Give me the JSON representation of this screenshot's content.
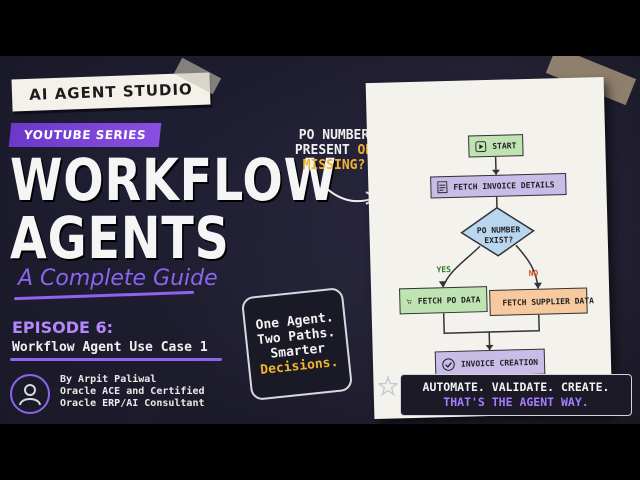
{
  "studio_label": "AI AGENT STUDIO",
  "series_label": "YOUTUBE SERIES",
  "title_line1": "WORKFLOW",
  "title_line2": "AGENTS",
  "subtitle": "A Complete Guide",
  "episode_label": "EPISODE 6:",
  "episode_title": "Workflow Agent Use Case 1",
  "author": {
    "line1": "By Arpit Paliwal",
    "line2": "Oracle ACE and Certified",
    "line3": "Oracle ERP/AI Consultant"
  },
  "question": {
    "line1": "PO NUMBER",
    "line2_a": "PRESENT ",
    "line2_b": "OR",
    "line3": "MISSING?"
  },
  "sticky": {
    "line1": "One Agent.",
    "line2": "Two Paths.",
    "line3": "Smarter",
    "line4": "Decisions."
  },
  "flowchart": {
    "start": "START",
    "fetch_invoice": "FETCH INVOICE DETAILS",
    "decision_line1": "PO NUMBER",
    "decision_line2": "EXIST?",
    "yes": "YES",
    "no": "NO",
    "fetch_po": "FETCH PO DATA",
    "fetch_supplier": "FETCH SUPPLIER DATA",
    "invoice_creation": "INVOICE CREATION"
  },
  "tagline": {
    "line1": "AUTOMATE. VALIDATE. CREATE.",
    "line2": "THAT'S THE AGENT WAY."
  },
  "colors": {
    "accent_purple": "#8d63f0",
    "highlight_yellow": "#f2b531",
    "node_green": "#bfe3b3",
    "node_lavender": "#c9bde8",
    "node_orange": "#f6c99e",
    "decision_blue": "#b9d6ef"
  }
}
